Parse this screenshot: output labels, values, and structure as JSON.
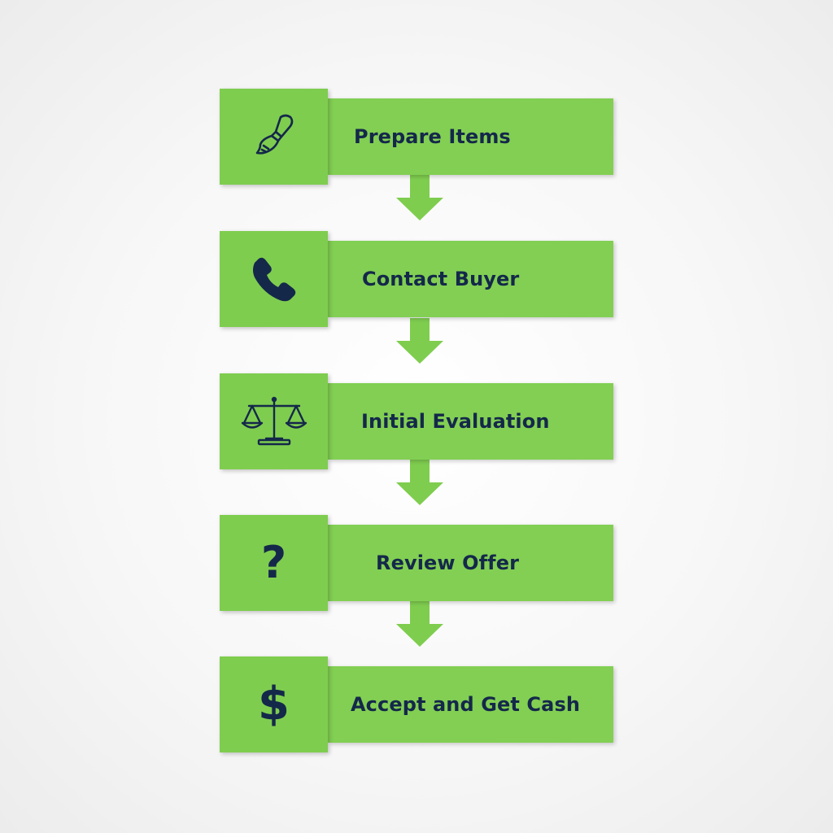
{
  "colors": {
    "icon_box": "#7fcd4f",
    "label_bar": "#82cf53",
    "arrow": "#7fcd4f",
    "text": "#14284a"
  },
  "steps": [
    {
      "label": "Prepare Items",
      "icon": "brush-icon"
    },
    {
      "label": "Contact Buyer",
      "icon": "phone-icon"
    },
    {
      "label": "Initial Evaluation",
      "icon": "scale-icon"
    },
    {
      "label": "Review Offer",
      "icon": "question-icon",
      "glyph": "?"
    },
    {
      "label": "Accept and Get Cash",
      "icon": "dollar-icon",
      "glyph": "$"
    }
  ]
}
